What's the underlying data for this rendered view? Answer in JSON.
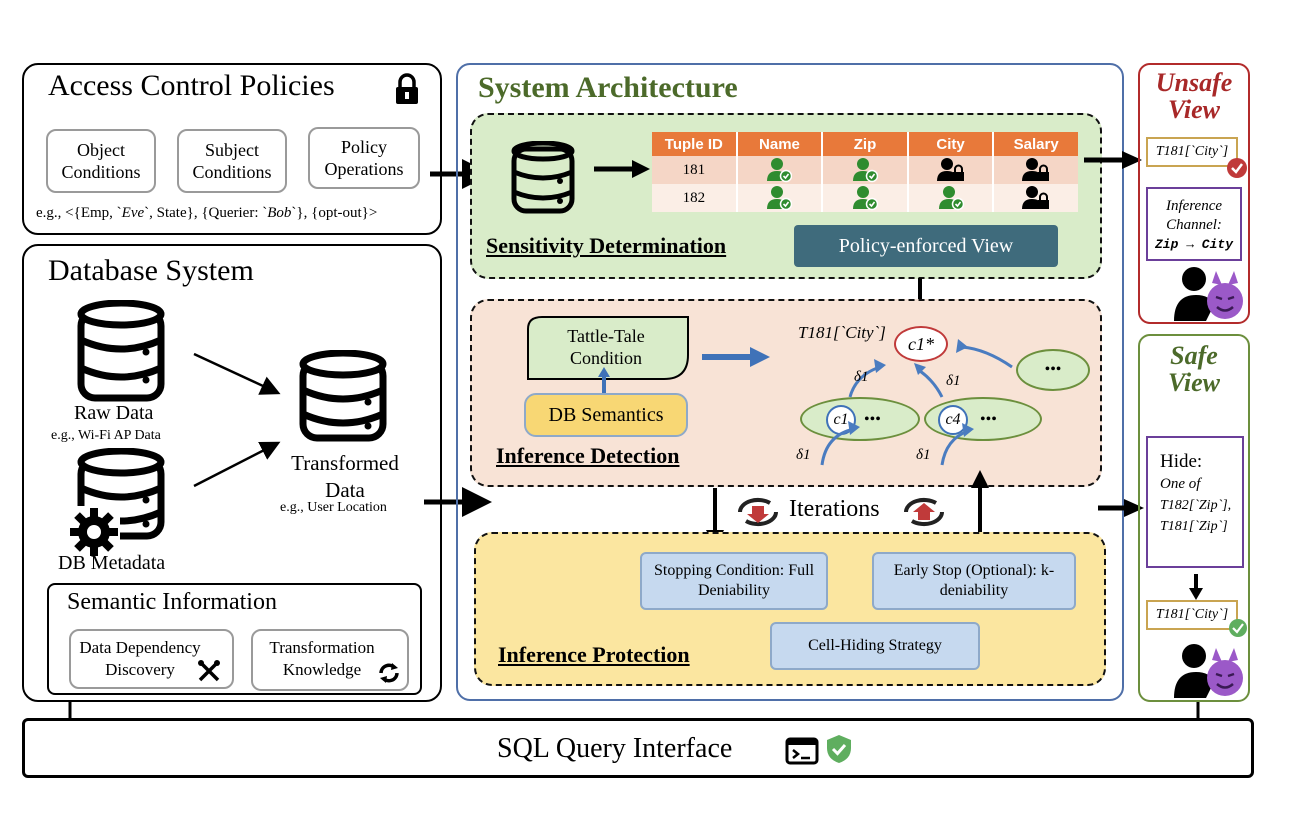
{
  "access_control": {
    "title": "Access Control Policies",
    "boxes": [
      "Object Conditions",
      "Subject Conditions",
      "Policy Operations"
    ],
    "example_prefix": "e.g., <{Emp, `",
    "example_eve": "Eve",
    "example_mid": "`, State}, {Querier: `",
    "example_bob": "Bob",
    "example_suffix": "`}, {opt-out}>"
  },
  "database": {
    "title": "Database System",
    "raw_label": "Raw Data",
    "raw_example": "e.g., Wi-Fi AP Data",
    "metadata_label": "DB Metadata",
    "transformed_label": "Transformed Data",
    "transformed_example": "e.g., User Location",
    "semantic_title": "Semantic Information",
    "semantic_boxes": [
      "Data Dependency Discovery",
      "Transformation Knowledge"
    ]
  },
  "architecture": {
    "title": "System Architecture",
    "sensitivity_title": "Sensitivity Determination",
    "policy_view": "Policy-enforced View",
    "table": {
      "headers": [
        "Tuple ID",
        "Name",
        "Zip",
        "City",
        "Salary"
      ],
      "rows": [
        {
          "id": "181",
          "cells": [
            "ok",
            "ok",
            "lock",
            "lock"
          ]
        },
        {
          "id": "182",
          "cells": [
            "ok",
            "ok",
            "ok",
            "lock"
          ]
        }
      ]
    },
    "inference_title": "Inference Detection",
    "tattle_tale": "Tattle-Tale Condition",
    "db_semantics": "DB Semantics",
    "target_label": "T181[`City`]",
    "c1_star": "c1*",
    "c1": "c1",
    "c4": "c4",
    "ellipsis": "•••",
    "delta": "δ1",
    "iterations": "Iterations",
    "protection_title": "Inference Protection",
    "stopping": "Stopping Condition: Full Deniability",
    "early_stop": "Early Stop (Optional): k-deniability",
    "cell_hiding": "Cell-Hiding Strategy"
  },
  "unsafe_view": {
    "title_line1": "Unsafe",
    "title_line2": "View",
    "cell_label": "T181[`City`]",
    "channel_line1": "Inference",
    "channel_line2": "Channel:",
    "channel_line3": "Zip → City"
  },
  "safe_view": {
    "title_line1": "Safe",
    "title_line2": "View",
    "hide_label": "Hide:",
    "one_of": "One of",
    "item1": "T182[`Zip`],",
    "item2": "T181[`Zip`]",
    "cell_label": "T181[`City`]"
  },
  "sql": {
    "label": "SQL Query Interface"
  },
  "colors": {
    "green_panel": "#d9ecc9",
    "peach_panel": "#f8e3d6",
    "yellow_panel": "#fbe6a0",
    "arch_border": "#4f6fa8",
    "unsafe_border": "#b22b2b",
    "safe_border": "#6c8f3d",
    "title_green": "#4c6a2a",
    "unsafe_red": "#a82828"
  }
}
